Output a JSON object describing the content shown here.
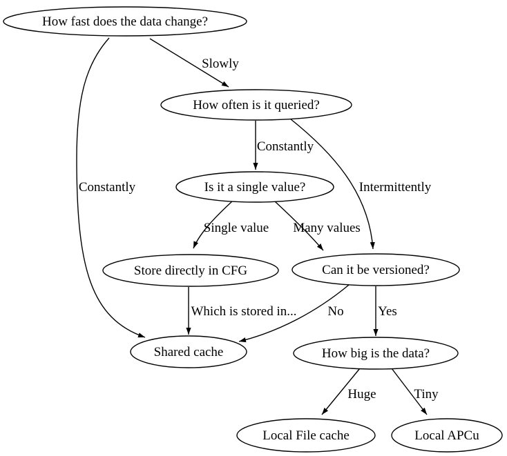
{
  "diagram": {
    "type": "decision-tree",
    "topic": "caching strategy decision flowchart",
    "colors": {
      "background": "#ffffff",
      "node_fill": "#ffffff",
      "stroke": "#000000",
      "text": "#000000"
    },
    "nodes": [
      {
        "id": "how-fast",
        "label": "How fast does the data change?"
      },
      {
        "id": "how-often",
        "label": "How often is it queried?"
      },
      {
        "id": "single-value",
        "label": "Is it a single value?"
      },
      {
        "id": "store-cfg",
        "label": "Store directly in CFG"
      },
      {
        "id": "versioned",
        "label": "Can it be versioned?"
      },
      {
        "id": "shared-cache",
        "label": "Shared cache"
      },
      {
        "id": "how-big",
        "label": "How big is the data?"
      },
      {
        "id": "local-file",
        "label": "Local File cache"
      },
      {
        "id": "local-apcu",
        "label": "Local APCu"
      }
    ],
    "edges": [
      {
        "from": "how-fast",
        "to": "how-often",
        "label": "Slowly"
      },
      {
        "from": "how-fast",
        "to": "shared-cache",
        "label": "Constantly"
      },
      {
        "from": "how-often",
        "to": "single-value",
        "label": "Constantly"
      },
      {
        "from": "how-often",
        "to": "versioned",
        "label": "Intermittently"
      },
      {
        "from": "single-value",
        "to": "store-cfg",
        "label": "Single value"
      },
      {
        "from": "single-value",
        "to": "versioned",
        "label": "Many values"
      },
      {
        "from": "store-cfg",
        "to": "shared-cache",
        "label": "Which is stored in..."
      },
      {
        "from": "versioned",
        "to": "shared-cache",
        "label": "No"
      },
      {
        "from": "versioned",
        "to": "how-big",
        "label": "Yes"
      },
      {
        "from": "how-big",
        "to": "local-file",
        "label": "Huge"
      },
      {
        "from": "how-big",
        "to": "local-apcu",
        "label": "Tiny"
      }
    ]
  }
}
